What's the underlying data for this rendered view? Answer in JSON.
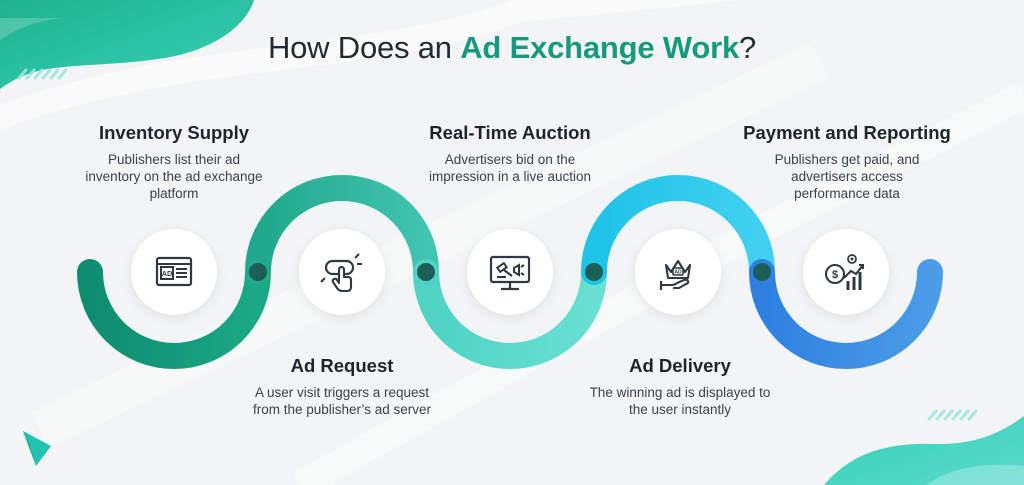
{
  "title": {
    "prefix": "How Does an ",
    "highlight": "Ad Exchange Work",
    "suffix": "?"
  },
  "steps": [
    {
      "title": "Inventory Supply",
      "description": "Publishers list their ad inventory on the ad exchange platform",
      "icon": "ad-screen-icon"
    },
    {
      "title": "Ad Request",
      "description": "A user visit triggers a request from the publisher’s ad server",
      "icon": "click-button-icon"
    },
    {
      "title": "Real-Time Auction",
      "description": "Advertisers bid on the impression in a live auction",
      "icon": "auction-monitor-icon"
    },
    {
      "title": "Ad Delivery",
      "description": "The winning ad is displayed to the user instantly",
      "icon": "crown-hand-icon"
    },
    {
      "title": "Payment and Reporting",
      "description": "Publishers get paid, and advertisers access performance data",
      "icon": "money-chart-icon"
    }
  ],
  "icon_labels": {
    "ad_screen": "AD",
    "delivery_badge": "AD"
  },
  "colors": {
    "title_dark": "#222b31",
    "title_accent": "#159a7d",
    "wave_green": "#15a37f",
    "wave_teal": "#54d1c3",
    "wave_light": "#67dfd1",
    "wave_cyan": "#2cc5ef",
    "wave_blue": "#3b8fe3"
  }
}
